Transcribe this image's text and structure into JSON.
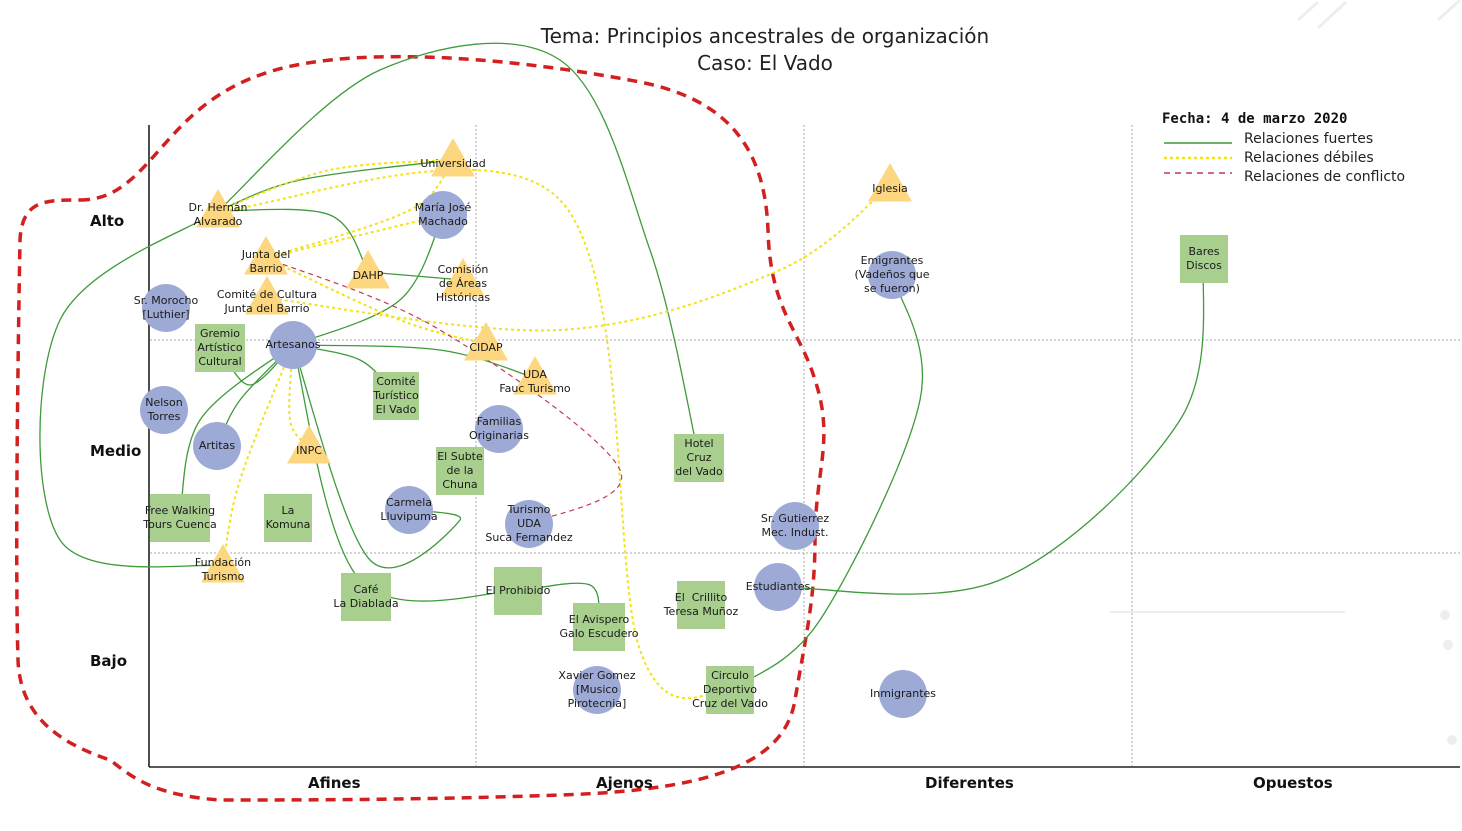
{
  "header": {
    "title_line1": "Tema: Principios ancestrales de organización",
    "title_line2": "Caso: El Vado"
  },
  "legend": {
    "date": "Fecha: 4 de marzo 2020",
    "strong": "Relaciones fuertes",
    "weak": "Relaciones débiles",
    "conflict": "Relaciones de conflicto"
  },
  "axes": {
    "y": [
      "Alto",
      "Medio",
      "Bajo"
    ],
    "x": [
      "Afines",
      "Ajenos",
      "Diferentes",
      "Opuestos"
    ]
  },
  "colors": {
    "circle": "#9eaad6",
    "triangle": "#fcd77f",
    "square": "#a9cf8f",
    "strong": "#3f9a3a",
    "weak": "#f2e21a",
    "conflict": "#c43a55",
    "boundary": "#d21f1f"
  },
  "nodes": [
    {
      "id": "universidad",
      "shape": "triangle",
      "lines": [
        "Universidad"
      ]
    },
    {
      "id": "iglesia",
      "shape": "triangle",
      "lines": [
        "Iglesia"
      ]
    },
    {
      "id": "hernan",
      "shape": "triangle",
      "lines": [
        "Dr. Hernán",
        "Alvarado"
      ]
    },
    {
      "id": "maria",
      "shape": "circle",
      "lines": [
        "María José",
        "Machado"
      ]
    },
    {
      "id": "junta",
      "shape": "triangle",
      "lines": [
        "Junta del",
        "Barrio"
      ]
    },
    {
      "id": "dahp",
      "shape": "triangle",
      "lines": [
        "DAHP"
      ]
    },
    {
      "id": "comision",
      "shape": "triangle",
      "lines": [
        "Comisión",
        "de Áreas",
        "Históricas"
      ]
    },
    {
      "id": "comite_cultura",
      "shape": "triangle",
      "lines": [
        "Comité de Cultura",
        "Junta del Barrio"
      ]
    },
    {
      "id": "morocho",
      "shape": "circle",
      "lines": [
        "Sr. Morocho",
        "[Luthier]"
      ]
    },
    {
      "id": "gremio",
      "shape": "square",
      "lines": [
        "Gremio",
        "Artístico",
        "Cultural"
      ]
    },
    {
      "id": "artesanos",
      "shape": "circle",
      "lines": [
        "Artesanos"
      ]
    },
    {
      "id": "cidap",
      "shape": "triangle",
      "lines": [
        "CIDAP"
      ]
    },
    {
      "id": "uda_fauc",
      "shape": "triangle",
      "lines": [
        "UDA",
        "Fauc Turismo"
      ]
    },
    {
      "id": "comite_turistico",
      "shape": "square",
      "lines": [
        "Comité",
        "Turístico",
        "El Vado"
      ]
    },
    {
      "id": "nelson",
      "shape": "circle",
      "lines": [
        "Nelson",
        "Torres"
      ]
    },
    {
      "id": "artitas",
      "shape": "circle",
      "lines": [
        "Artitas"
      ]
    },
    {
      "id": "inpc",
      "shape": "triangle",
      "lines": [
        "INPC"
      ]
    },
    {
      "id": "familias",
      "shape": "circle",
      "lines": [
        "Familias",
        "Originarias"
      ]
    },
    {
      "id": "subte",
      "shape": "square",
      "lines": [
        "El Subte",
        "de la",
        "Chuna"
      ]
    },
    {
      "id": "hotel",
      "shape": "square",
      "lines": [
        "Hotel",
        "Cruz",
        "del Vado"
      ]
    },
    {
      "id": "emigrantes",
      "shape": "circle",
      "lines": [
        "Emigrantes",
        "(Vadeños que",
        "se fueron)"
      ]
    },
    {
      "id": "bares",
      "shape": "square",
      "lines": [
        "Bares",
        "Discos"
      ]
    },
    {
      "id": "free_walking",
      "shape": "square",
      "lines": [
        "Free Walking",
        "Tours Cuenca"
      ]
    },
    {
      "id": "komuna",
      "shape": "square",
      "lines": [
        "La",
        "Komuna"
      ]
    },
    {
      "id": "carmela",
      "shape": "circle",
      "lines": [
        "Carmela",
        "Lluvipuma"
      ]
    },
    {
      "id": "turismo_uda",
      "shape": "circle",
      "lines": [
        "Turismo",
        "UDA",
        "Suca Fernandez"
      ]
    },
    {
      "id": "gutierrez",
      "shape": "circle",
      "lines": [
        "Sr. Gutierrez",
        "Mec. Indust."
      ]
    },
    {
      "id": "fundacion",
      "shape": "triangle",
      "lines": [
        "Fundación",
        "Turismo"
      ]
    },
    {
      "id": "cafe",
      "shape": "square",
      "lines": [
        "Café",
        "La Diablada"
      ]
    },
    {
      "id": "prohibido",
      "shape": "square",
      "lines": [
        "El Prohibido"
      ]
    },
    {
      "id": "estudiantes",
      "shape": "circle",
      "lines": [
        "Estudiantes"
      ]
    },
    {
      "id": "crillito",
      "shape": "square",
      "lines": [
        "El  Crillito",
        "Teresa Muñoz"
      ]
    },
    {
      "id": "avispero",
      "shape": "square",
      "lines": [
        "El Avispero",
        "Galo Escudero"
      ]
    },
    {
      "id": "xavier",
      "shape": "circle",
      "lines": [
        "Xavier Gomez",
        "[Musico",
        "Pirotecnia]"
      ]
    },
    {
      "id": "circulo",
      "shape": "square",
      "lines": [
        "Circulo",
        "Deportivo",
        "Cruz del Vado"
      ]
    },
    {
      "id": "inmigrantes",
      "shape": "circle",
      "lines": [
        "Inmigrantes"
      ]
    }
  ],
  "relations": [
    {
      "from": "hernan",
      "to": "universidad",
      "type": "strong"
    },
    {
      "from": "hernan",
      "to": "dahp",
      "type": "strong"
    },
    {
      "from": "hernan",
      "to": "hotel",
      "type": "strong"
    },
    {
      "from": "hernan",
      "to": "fundacion",
      "type": "strong"
    },
    {
      "from": "dahp",
      "to": "comision",
      "type": "strong"
    },
    {
      "from": "artesanos",
      "to": "maria",
      "type": "strong"
    },
    {
      "from": "artesanos",
      "to": "uda_fauc",
      "type": "strong"
    },
    {
      "from": "artesanos",
      "to": "comite_turistico",
      "type": "strong"
    },
    {
      "from": "artesanos",
      "to": "gremio",
      "type": "strong"
    },
    {
      "from": "artesanos",
      "to": "artitas",
      "type": "strong"
    },
    {
      "from": "artesanos",
      "to": "free_walking",
      "type": "strong"
    },
    {
      "from": "artesanos",
      "to": "carmela",
      "type": "strong"
    },
    {
      "from": "artesanos",
      "to": "prohibido",
      "type": "strong"
    },
    {
      "from": "prohibido",
      "to": "avispero",
      "type": "strong"
    },
    {
      "from": "emigrantes",
      "to": "circulo",
      "type": "strong"
    },
    {
      "from": "estudiantes",
      "to": "bares",
      "type": "strong"
    },
    {
      "from": "hernan",
      "to": "universidad",
      "type": "weak"
    },
    {
      "from": "junta",
      "to": "universidad",
      "type": "weak"
    },
    {
      "from": "junta",
      "to": "maria",
      "type": "weak"
    },
    {
      "from": "hernan",
      "to": "circulo",
      "type": "weak"
    },
    {
      "from": "comite_cultura",
      "to": "iglesia",
      "type": "weak"
    },
    {
      "from": "junta",
      "to": "cidap",
      "type": "weak"
    },
    {
      "from": "artesanos",
      "to": "inpc",
      "type": "weak"
    },
    {
      "from": "artesanos",
      "to": "fundacion",
      "type": "weak"
    },
    {
      "from": "junta",
      "to": "turismo_uda",
      "type": "conflict"
    }
  ]
}
